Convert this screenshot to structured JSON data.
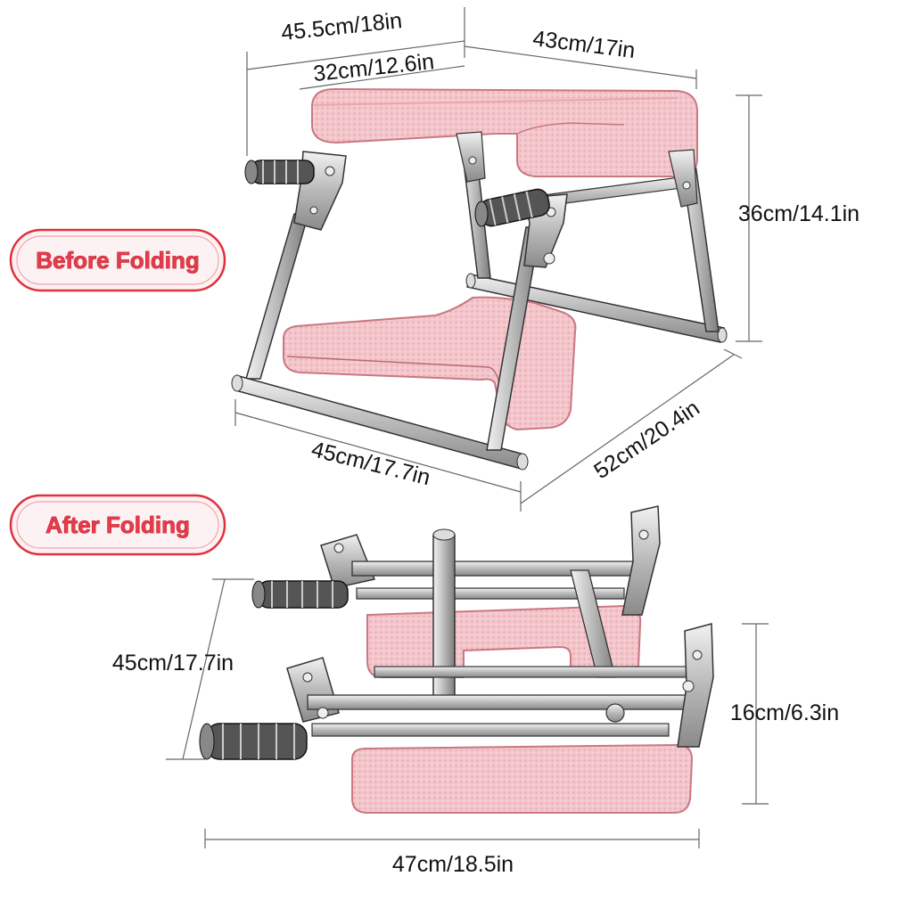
{
  "badges": {
    "before": "Before Folding",
    "after": "After Folding"
  },
  "dimensions": {
    "top_width_outer": "45.5cm/18in",
    "top_width_inner": "32cm/12.6in",
    "top_depth": "43cm/17in",
    "height_unfolded": "36cm/14.1in",
    "base_width": "45cm/17.7in",
    "base_depth": "52cm/20.4in",
    "folded_width": "45cm/17.7in",
    "folded_height": "16cm/6.3in",
    "folded_length": "47cm/18.5in"
  },
  "colors": {
    "cushion": "#f2c3c8",
    "cushion_edge": "#d98a93",
    "frame": "#c9c9c9",
    "frame_edge": "#333333",
    "badge_border": "#e0303e",
    "badge_text": "#e53b4a",
    "dimension_line": "#555555"
  },
  "icons": {
    "handle_grip": "ribbed-handle-icon",
    "hinge": "folding-hinge-icon"
  }
}
